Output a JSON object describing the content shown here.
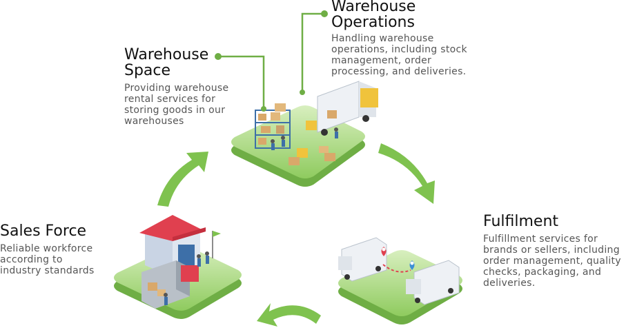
{
  "nodes": {
    "warehouse_space": {
      "title_line1": "Warehouse",
      "title_line2": "Space",
      "desc_line1": "Providing warehouse",
      "desc_line2": "rental services for",
      "desc_line3": "storing goods in our",
      "desc_line4": "warehouses"
    },
    "warehouse_operations": {
      "title_line1": "Warehouse",
      "title_line2": "Operations",
      "desc_line1": "Handling warehouse",
      "desc_line2": "operations, including stock",
      "desc_line3": "management, order",
      "desc_line4": "processing, and deliveries."
    },
    "sales_force": {
      "title": "Sales Force",
      "desc_line1": "Reliable workforce",
      "desc_line2": "according to",
      "desc_line3": "industry standards"
    },
    "fulfilment": {
      "title": "Fulfilment",
      "desc_line1": "Fulfillment services for",
      "desc_line2": "brands or sellers, including",
      "desc_line3": "order management, quality",
      "desc_line4": "checks, packaging, and",
      "desc_line5": "deliveries."
    }
  },
  "colors": {
    "platform_green": "#8cc95a",
    "platform_light": "#c6e6a3",
    "arrow_green": "#7fc24f",
    "connector_green": "#6fae45",
    "roof_red": "#e0404f",
    "box_tan": "#d9a86a"
  },
  "icons": {
    "flow_arrow": "curved-arrow-icon",
    "connector": "connector-dot-icon"
  }
}
